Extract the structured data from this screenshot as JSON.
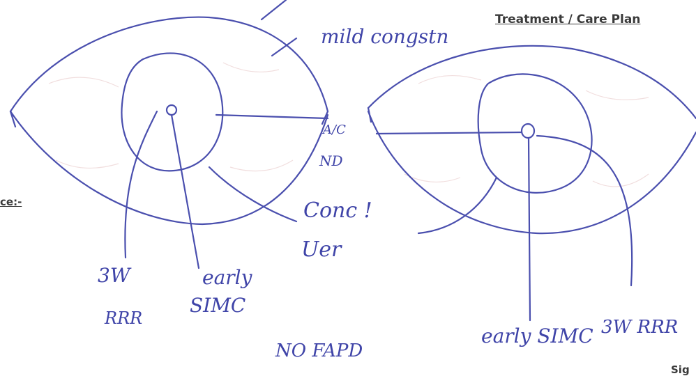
{
  "header": {
    "section_title": "Treatment / Care Plan"
  },
  "form": {
    "partial_label": "ce:-",
    "partial_signature_label": "Sig"
  },
  "sketch": {
    "ink_color": "#4a4fae",
    "right_eye": {
      "top_note": "mild congstn",
      "center_notes": [
        "A/C",
        "ND"
      ],
      "bottom_left_notes": [
        "3W",
        "RRR"
      ],
      "bottom_center_notes": [
        "early",
        "SIMC"
      ]
    },
    "middle_notes": [
      "Conc !",
      "Uer"
    ],
    "bottom_note": "NO FAPD",
    "left_eye": {
      "bottom_notes": [
        "early SIMC"
      ],
      "bottom_right_notes": [
        "3W RRR"
      ]
    }
  }
}
